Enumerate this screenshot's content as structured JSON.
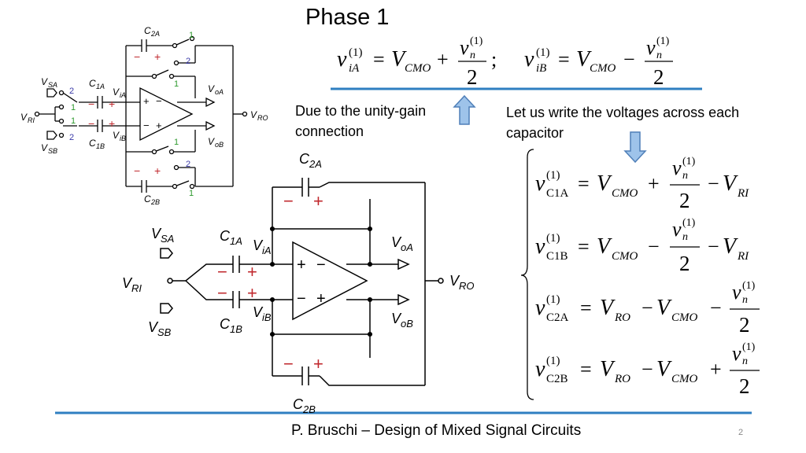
{
  "slide": {
    "title": "Phase 1",
    "note_unity_gain": "Due to the unity-gain connection",
    "note_write_voltages": "Let us write the voltages across each capacitor",
    "footer": "P. Bruschi – Design of Mixed Signal Circuits",
    "page_number": "2"
  },
  "colors": {
    "rule": "#2f7fc1",
    "plus_minus": "#c0282d",
    "switch_label_green": "#2e9a2e",
    "switch_label_blue": "#3a3aa8",
    "arrow_fill": "#9ec3ea",
    "arrow_stroke": "#4f7fb8"
  },
  "icons": {
    "arrow_up": "up-arrow-icon",
    "arrow_down": "down-arrow-icon",
    "opamp": "opamp-icon"
  },
  "equations": {
    "top": {
      "lhs_a": "v",
      "sup_a": "(1)",
      "sub_a": "iA",
      "eq": "=",
      "V": "V",
      "cmo": "CMO",
      "plus": "+",
      "minus": "−",
      "num_v": "v",
      "num_sup": "(1)",
      "num_sub": "n",
      "den": "2",
      "semicolon": ";",
      "lhs_b": "v",
      "sup_b": "(1)",
      "sub_b": "iB"
    },
    "caps": [
      {
        "sub": "C1A",
        "rhs": [
          "V",
          "CMO",
          "+",
          "v_n^(1)/2",
          "−",
          "V",
          "RI"
        ]
      },
      {
        "sub": "C1B",
        "rhs": [
          "V",
          "CMO",
          "−",
          "v_n^(1)/2",
          "−",
          "V",
          "RI"
        ]
      },
      {
        "sub": "C2A",
        "rhs": [
          "V",
          "RO",
          "−",
          "V",
          "CMO",
          "−",
          "v_n^(1)/2"
        ]
      },
      {
        "sub": "C2B",
        "rhs": [
          "V",
          "RO",
          "−",
          "V",
          "CMO",
          "+",
          "v_n^(1)/2"
        ]
      }
    ],
    "tokens": {
      "v": "v",
      "sup1": "(1)",
      "n": "n",
      "two": "2",
      "eq": "=",
      "V": "V",
      "CMO": "CMO",
      "RI": "RI",
      "RO": "RO",
      "plus": "+",
      "minus": "−",
      "C1A": "C1A",
      "C1B": "C1B",
      "C2A": "C2A",
      "C2B": "C2B"
    }
  },
  "small_circuit": {
    "labels": {
      "C2A": "C",
      "C2A_sub": "2A",
      "C2B": "C",
      "C2B_sub": "2B",
      "C1A": "C",
      "C1A_sub": "1A",
      "C1B": "C",
      "C1B_sub": "1B",
      "VSA": "V",
      "VSA_sub": "SA",
      "VSB": "V",
      "VSB_sub": "SB",
      "VRI": "V",
      "VRI_sub": "RI",
      "ViA": "V",
      "ViA_sub": "iA",
      "ViB": "V",
      "ViB_sub": "iB",
      "VoA": "V",
      "VoA_sub": "oA",
      "VoB": "V",
      "VoB_sub": "oB",
      "VRO": "V",
      "VRO_sub": "RO"
    },
    "switch_labels": [
      "1",
      "2",
      "1",
      "2",
      "1",
      "1",
      "2",
      "1",
      "2",
      "1"
    ],
    "signs": {
      "plus": "+",
      "minus": "−"
    }
  },
  "large_circuit": {
    "labels": {
      "C2A": "C",
      "C2A_sub": "2A",
      "C2B": "C",
      "C2B_sub": "2B",
      "C1A": "C",
      "C1A_sub": "1A",
      "C1B": "C",
      "C1B_sub": "1B",
      "VSA": "V",
      "VSA_sub": "SA",
      "VSB": "V",
      "VSB_sub": "SB",
      "VRI": "V",
      "VRI_sub": "RI",
      "ViA": "V",
      "ViA_sub": "iA",
      "ViB": "V",
      "ViB_sub": "iB",
      "VoA": "V",
      "VoA_sub": "oA",
      "VoB": "V",
      "VoB_sub": "oB",
      "VRO": "V",
      "VRO_sub": "RO"
    },
    "signs": {
      "plus": "+",
      "minus": "−"
    }
  }
}
